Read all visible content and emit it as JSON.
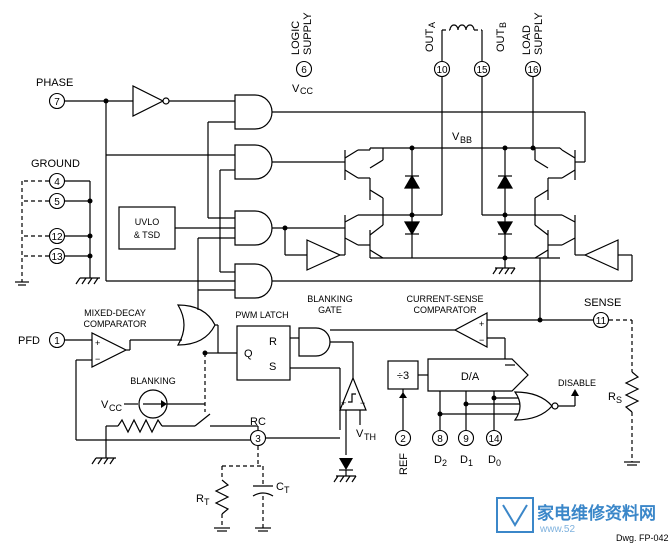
{
  "labels": {
    "phase": "PHASE",
    "ground": "GROUND",
    "pfd": "PFD",
    "mixed_decay_1": "MIXED-DECAY",
    "mixed_decay_2": "COMPARATOR",
    "blanking": "BLANKING",
    "vcc_src": "V",
    "vcc_src_sub": "CC",
    "pwm_latch": "PWM LATCH",
    "blanking_gate_1": "BLANKING",
    "blanking_gate_2": "GATE",
    "current_sense_1": "CURRENT-SENSE",
    "current_sense_2": "COMPARATOR",
    "sense": "SENSE",
    "logic_supply_1": "LOGIC",
    "logic_supply_2": "SUPPLY",
    "vcc_top": "V",
    "vcc_top_sub": "CC",
    "out_a": "OUT",
    "out_a_sub": "A",
    "out_b": "OUT",
    "out_b_sub": "B",
    "load_supply_1": "LOAD",
    "load_supply_2": "SUPPLY",
    "vbb": "V",
    "vbb_sub": "BB",
    "uvlo_1": "UVLO",
    "uvlo_2": "& TSD",
    "latch_r": "R",
    "latch_s": "S",
    "latch_q": "Q",
    "div3": "÷3",
    "da": "D/A",
    "disable": "DISABLE",
    "rc": "RC",
    "rs": "R",
    "rs_sub": "S",
    "rt": "R",
    "rt_sub": "T",
    "ct": "C",
    "ct_sub": "T",
    "vth": "V",
    "vth_sub": "TH",
    "ref": "REF",
    "d2": "D",
    "d2_sub": "2",
    "d1": "D",
    "d1_sub": "1",
    "d0": "D",
    "d0_sub": "0",
    "plus": "+",
    "minus": "−",
    "drawing_number": "Dwg. FP-042",
    "watermark": "家电维修资料网",
    "watermark_url": "www.52"
  },
  "pins": {
    "phase": "7",
    "ground_1": "4",
    "ground_2": "5",
    "ground_3": "12",
    "ground_4": "13",
    "pfd": "1",
    "rc": "3",
    "ref": "2",
    "d2": "8",
    "d1": "9",
    "d0": "14",
    "sense": "11",
    "logic_supply": "6",
    "out_a": "10",
    "out_b": "15",
    "load_supply": "16"
  }
}
